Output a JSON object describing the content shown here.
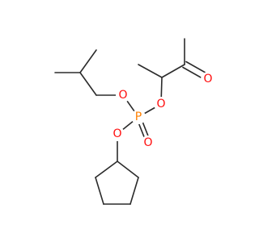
{
  "atoms": {
    "o_isobutoxy": {
      "text": "O",
      "color": "#ff0d0d"
    },
    "o_butanone": {
      "text": "O",
      "color": "#ff0d0d"
    },
    "o_carbonyl": {
      "text": "O",
      "color": "#ff0d0d"
    },
    "p": {
      "text": "P",
      "color": "#ff8000"
    },
    "o_phosphoryl": {
      "text": "O",
      "color": "#ff0d0d"
    },
    "o_cyclopentoxy": {
      "text": "O",
      "color": "#ff0d0d"
    }
  }
}
